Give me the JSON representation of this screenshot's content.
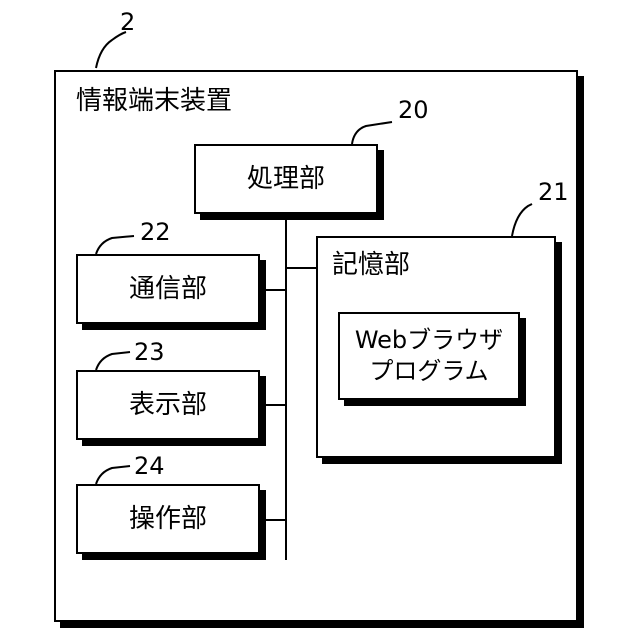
{
  "device": {
    "ref": "2",
    "label": "情報端末装置"
  },
  "processor": {
    "ref": "20",
    "label": "処理部"
  },
  "storage": {
    "ref": "21",
    "label": "記憶部"
  },
  "program": {
    "line1": "Webブラウザ",
    "line2": "プログラム"
  },
  "comm": {
    "ref": "22",
    "label": "通信部"
  },
  "display": {
    "ref": "23",
    "label": "表示部"
  },
  "operation": {
    "ref": "24",
    "label": "操作部"
  }
}
